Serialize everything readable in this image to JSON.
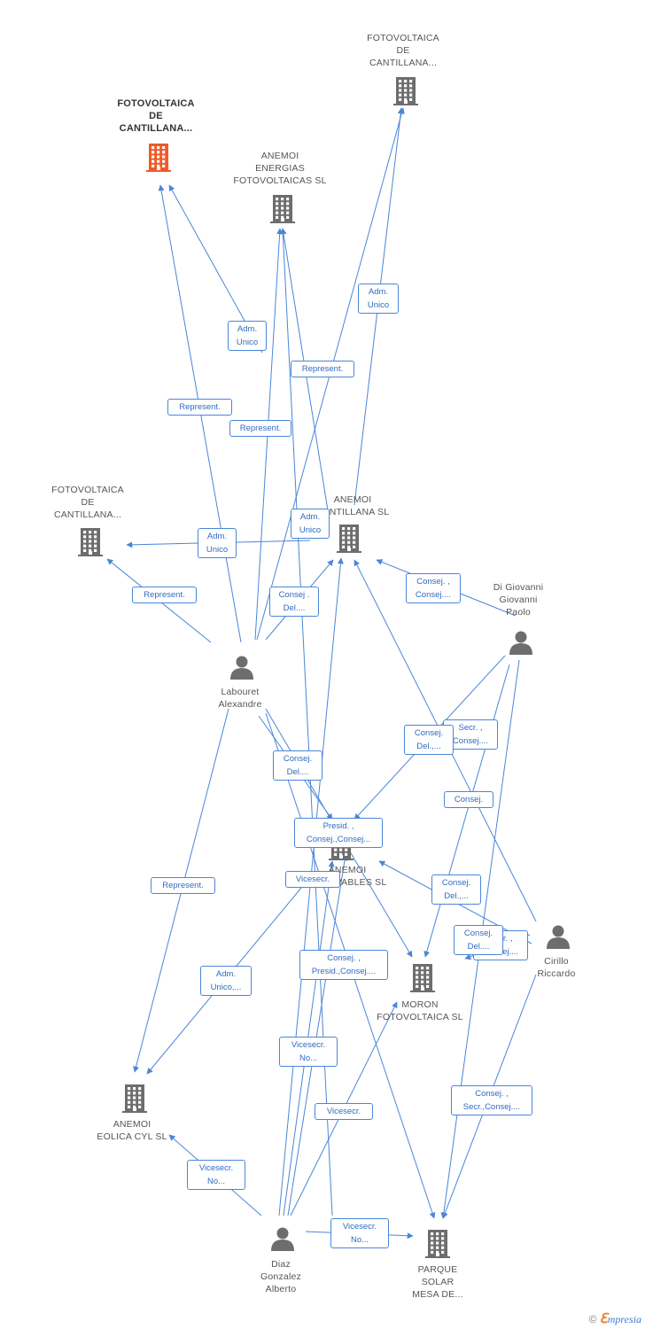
{
  "colors": {
    "edge": "#4a86d8",
    "building": "#6d6d6d",
    "building_highlight": "#f05a28",
    "person": "#6d6d6d",
    "label_text": "#555555"
  },
  "companies": [
    {
      "id": "c_fc_top",
      "icon": "building-icon",
      "lines": [
        "FOTOVOLTAICA",
        "DE",
        "CANTILLANA..."
      ],
      "highlight": false
    },
    {
      "id": "c_fc_main",
      "icon": "building-icon",
      "lines": [
        "FOTOVOLTAICA",
        "DE",
        "CANTILLANA..."
      ],
      "highlight": true
    },
    {
      "id": "c_anemoi_ef",
      "icon": "building-icon",
      "lines": [
        "ANEMOI",
        "ENERGIAS",
        "FOTOVOLTAICAS SL"
      ],
      "highlight": false
    },
    {
      "id": "c_fc_left",
      "icon": "building-icon",
      "lines": [
        "FOTOVOLTAICA",
        "DE",
        "CANTILLANA..."
      ],
      "highlight": false
    },
    {
      "id": "c_anemoi_cant",
      "icon": "building-icon",
      "lines": [
        "ANEMOI",
        "CANTILLANA SL"
      ],
      "highlight": false
    },
    {
      "id": "c_anemoi_ren",
      "icon": "building-icon",
      "lines": [
        "ANEMOI",
        "RENOVABLES SL"
      ],
      "highlight": false
    },
    {
      "id": "c_moron",
      "icon": "building-icon",
      "lines": [
        "MORON",
        "FOTOVOLTAICA SL"
      ],
      "highlight": false
    },
    {
      "id": "c_eolica",
      "icon": "building-icon",
      "lines": [
        "ANEMOI",
        "EOLICA CYL SL"
      ],
      "highlight": false
    },
    {
      "id": "c_parque",
      "icon": "building-icon",
      "lines": [
        "PARQUE",
        "SOLAR",
        "MESA DE..."
      ],
      "highlight": false
    }
  ],
  "persons": [
    {
      "id": "p_labouret",
      "icon": "person-icon",
      "lines": [
        "Labouret",
        "Alexandre"
      ]
    },
    {
      "id": "p_digiovanni",
      "icon": "person-icon",
      "lines": [
        "Di Giovanni",
        "Giovanni",
        "Paolo"
      ]
    },
    {
      "id": "p_cirillo",
      "icon": "person-icon",
      "lines": [
        "Cirillo",
        "Riccardo"
      ]
    },
    {
      "id": "p_diaz",
      "icon": "person-icon",
      "lines": [
        "Diaz",
        "Gonzalez",
        "Alberto"
      ]
    }
  ],
  "edge_labels": [
    {
      "id": "e1",
      "lines": [
        "Adm.",
        "Unico"
      ]
    },
    {
      "id": "e2",
      "lines": [
        "Adm.",
        "Unico"
      ]
    },
    {
      "id": "e3",
      "lines": [
        "Represent."
      ]
    },
    {
      "id": "e4",
      "lines": [
        "Represent."
      ]
    },
    {
      "id": "e5",
      "lines": [
        "Represent."
      ]
    },
    {
      "id": "e6",
      "lines": [
        "Adm.",
        "Unico"
      ]
    },
    {
      "id": "e7",
      "lines": [
        "Adm.",
        "Unico"
      ]
    },
    {
      "id": "e8",
      "lines": [
        "Represent."
      ]
    },
    {
      "id": "e9",
      "lines": [
        "Consej. ,",
        "Consej...."
      ]
    },
    {
      "id": "e10",
      "lines": [
        "Consej .",
        "Del...."
      ]
    },
    {
      "id": "e11",
      "lines": [
        "Secr. ,",
        "Consej...."
      ]
    },
    {
      "id": "e12",
      "lines": [
        "Consej.",
        "Del.,..."
      ]
    },
    {
      "id": "e13",
      "lines": [
        "Consej.",
        "Del...."
      ]
    },
    {
      "id": "e14",
      "lines": [
        "Consej."
      ]
    },
    {
      "id": "e15",
      "lines": [
        "Presid. ,",
        "Consej.,Consej..."
      ]
    },
    {
      "id": "e16",
      "lines": [
        "Vicesecr."
      ]
    },
    {
      "id": "e17",
      "lines": [
        "Represent."
      ]
    },
    {
      "id": "e18",
      "lines": [
        "Consej.",
        "Del.,..."
      ]
    },
    {
      "id": "e19",
      "lines": [
        "Secr. ,",
        "Consej...."
      ]
    },
    {
      "id": "e20",
      "lines": [
        "Consej.",
        "Del...."
      ]
    },
    {
      "id": "e21",
      "lines": [
        "Consej. ,",
        "Presid.,Consej...."
      ]
    },
    {
      "id": "e22",
      "lines": [
        "Adm.",
        "Unico,..."
      ]
    },
    {
      "id": "e23",
      "lines": [
        "Vicesecr.",
        "No..."
      ]
    },
    {
      "id": "e24",
      "lines": [
        "Vicesecr."
      ]
    },
    {
      "id": "e25",
      "lines": [
        "Consej. ,",
        "Secr.,Consej...."
      ]
    },
    {
      "id": "e26",
      "lines": [
        "Vicesecr.",
        "No..."
      ]
    },
    {
      "id": "e27",
      "lines": [
        "Vicesecr.",
        "No..."
      ]
    }
  ],
  "footer": {
    "copyright": "©",
    "brand_initial": "ℇ",
    "brand_rest": "mpresia"
  }
}
